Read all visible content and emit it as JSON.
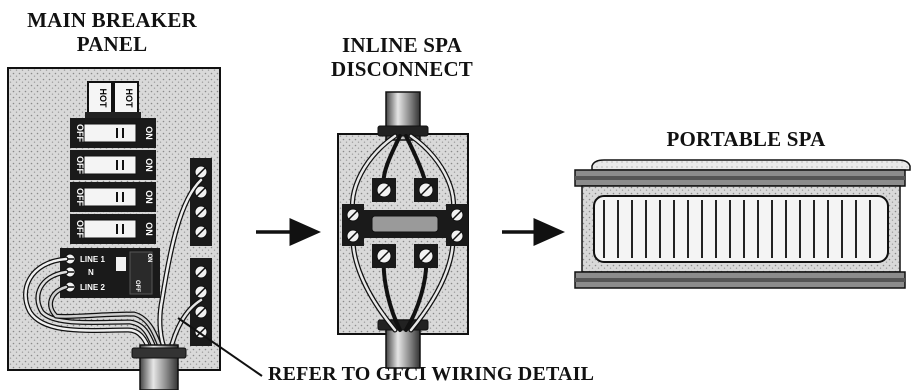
{
  "labels": {
    "main_breaker_line1": "MAIN BREAKER",
    "main_breaker_line2": "PANEL",
    "inline_line1": "INLINE SPA",
    "inline_line2": "DISCONNECT",
    "portable_spa": "PORTABLE SPA",
    "refer_note": "REFER TO GFCI WIRING DETAIL"
  },
  "panel_text": {
    "hot_left": "HOT",
    "hot_right": "HOT",
    "off": "OFF",
    "on": "ON",
    "line1": "LINE 1",
    "n": "N",
    "line2": "LINE 2"
  }
}
